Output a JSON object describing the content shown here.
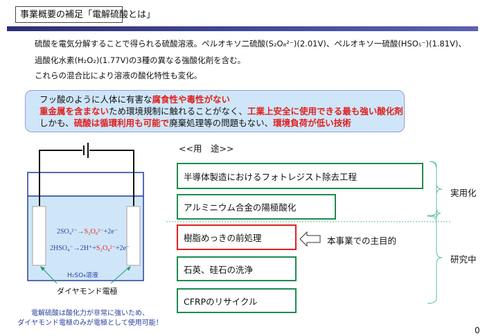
{
  "title": "事業概要の補足「電解硫酸とは」",
  "intro": [
    "硫酸を電気分解することで得られる硫酸溶液。ペルオキソ二硫酸(S₂O₈²⁻)(2.01V)、ペルオキソ一硫酸(HSO₅⁻)(1.81V)、",
    "過酸化水素(H₂O₂)(1.77V)の3種の異なる強酸化剤を含む。",
    "これらの混合比により溶液の酸化特性も変化。"
  ],
  "callout": {
    "l1a": "フッ酸のように人体に有害な",
    "l1b": "腐食性や毒性がない",
    "l2a": "重金属を含まない",
    "l2b": "ため環境規制に触れることがなく、",
    "l2c": "工業上安全に使用できる最も強い酸化剤",
    "l3a": "しかも、",
    "l3b": "硫酸は循環利用も可能で",
    "l3c": "廃棄処理等の問題もない、",
    "l3d": "環境負荷が低い技術"
  },
  "diagram": {
    "eq1a": "2SO₄²⁻→",
    "eq1b": "S₂O₈²⁻",
    "eq1c": "+2e⁻",
    "eq2a": "2HSO₄⁻→2H⁺+",
    "eq2b": "S₂O₈²⁻",
    "eq2c": "+2e⁻",
    "solution": "H₂SO₄溶液",
    "electrode": "ダイヤモンド電極",
    "caption1": "電解硫酸は酸化力が非常に強いため、",
    "caption2": "ダイヤモンド電極のみが電極として使用可能！"
  },
  "uses": {
    "heading": "<<用　途>>",
    "items": [
      "半導体製造におけるフォトレジスト除去工程",
      "アルミニウム合金の陽極酸化",
      "樹脂めっきの前処理",
      "石英、硅石の洗浄",
      "CFRPのリサイクル"
    ],
    "main_purpose": "本事業での主目的",
    "group1": "実用化",
    "group2": "研究中"
  },
  "page_number": "0"
}
